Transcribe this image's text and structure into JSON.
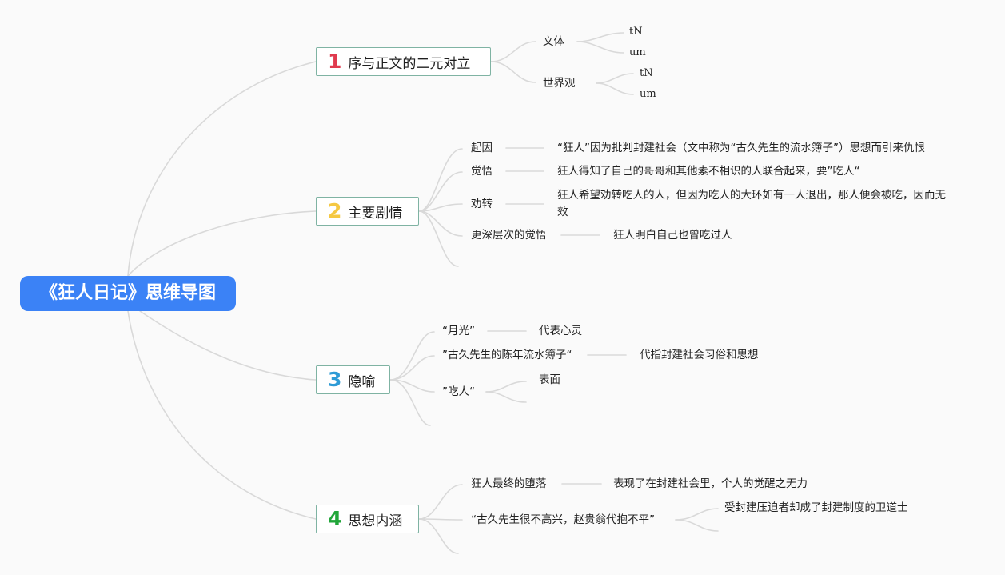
{
  "root": {
    "title": "《狂人日记》思维导图"
  },
  "colors": {
    "root_bg": "#3b82f6",
    "branch_border": "#7fb3a3",
    "line": "#d9d9d9",
    "num1": "#e03a4e",
    "num2": "#f5c842",
    "num3": "#2e9bd6",
    "num4": "#22a63a"
  },
  "branch1": {
    "num": "1",
    "label": "序与正文的二元对立",
    "wenti": {
      "label": "文体",
      "leaf1": "tN",
      "leaf2": "um"
    },
    "shijieguan": {
      "label": "世界观",
      "leaf1": "tN",
      "leaf2": "um"
    }
  },
  "branch2": {
    "num": "2",
    "label": "主要剧情",
    "items": [
      {
        "label": "起因",
        "detail": "“狂人”因为批判封建社会（文中称为“古久先生的流水簿子”）思想而引来仇恨"
      },
      {
        "label": "觉悟",
        "detail": "狂人得知了自己的哥哥和其他素不相识的人联合起来，要”吃人“"
      },
      {
        "label": "劝转",
        "detail": "狂人希望劝转吃人的人，但因为吃人的大环如有一人退出，那人便会被吃，因而无效"
      },
      {
        "label": "更深层次的觉悟",
        "detail": "狂人明白自己也曾吃过人"
      }
    ]
  },
  "branch3": {
    "num": "3",
    "label": "隐喻",
    "items": [
      {
        "label": "“月光”",
        "detail": "代表心灵"
      },
      {
        "label": "”古久先生的陈年流水簿子“",
        "detail": "代指封建社会习俗和思想"
      },
      {
        "label": "”吃人“",
        "detail": "表面"
      }
    ]
  },
  "branch4": {
    "num": "4",
    "label": "思想内涵",
    "items": [
      {
        "label": "狂人最终的堕落",
        "detail": "表现了在封建社会里，个人的觉醒之无力"
      },
      {
        "label": "“古久先生很不高兴，赵贵翁代抱不平”",
        "detail": "受封建压迫者却成了封建制度的卫道士"
      }
    ]
  }
}
